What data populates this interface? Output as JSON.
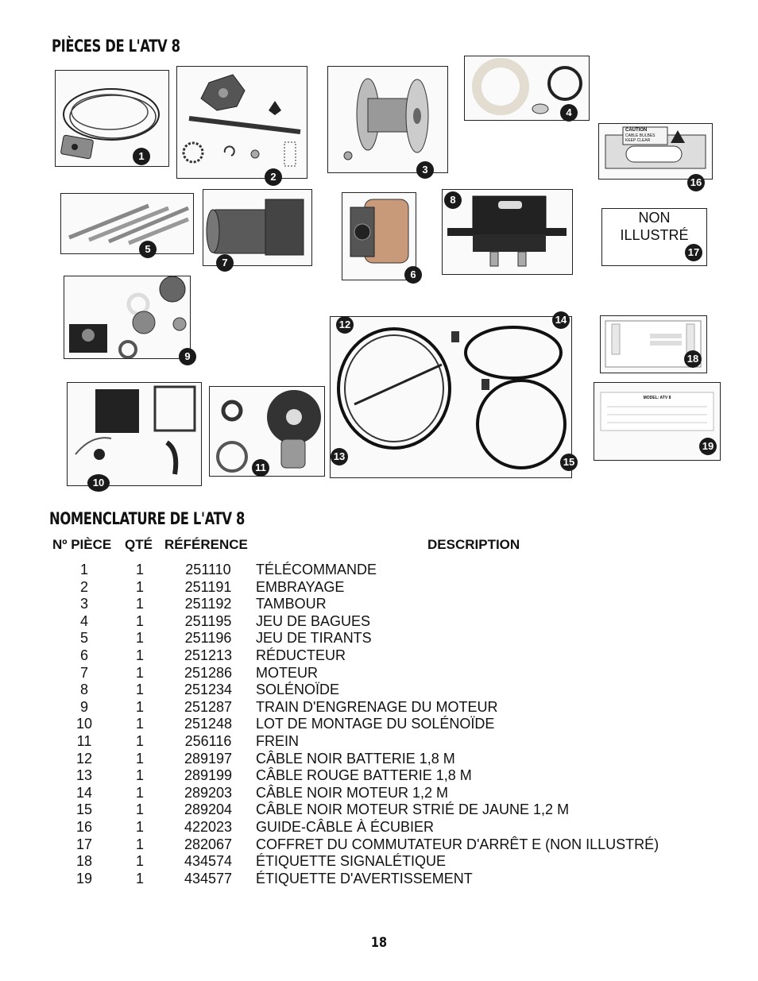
{
  "parts_heading": "PIÈCES DE L'ATV 8",
  "bom_heading": "NOMENCLATURE DE L'ATV 8",
  "not_illustrated": {
    "line1": "NON",
    "line2": "ILLUSTRÉ",
    "number": "17"
  },
  "callouts": {
    "c1": "1",
    "c2": "2",
    "c3": "3",
    "c4": "4",
    "c5": "5",
    "c6": "6",
    "c7": "7",
    "c8": "8",
    "c9": "9",
    "c10": "10",
    "c11": "11",
    "c12": "12",
    "c13": "13",
    "c14": "14",
    "c15": "15",
    "c16": "16",
    "c18": "18",
    "c19": "19"
  },
  "label_16": {
    "caution": "CAUTION",
    "line1": "CABLE BULBES",
    "line2": "KEEP CLEAR"
  },
  "label_19": {
    "model": "MODEL: ATV 8"
  },
  "table": {
    "headers": {
      "part_no": "Nº PIÈCE",
      "qty": "QTÉ",
      "ref": "RÉFÉRENCE",
      "desc": "DESCRIPTION"
    },
    "rows": [
      {
        "no": "1",
        "qty": "1",
        "ref": "251110",
        "desc": "TÉLÉCOMMANDE"
      },
      {
        "no": "2",
        "qty": "1",
        "ref": "251191",
        "desc": "EMBRAYAGE"
      },
      {
        "no": "3",
        "qty": "1",
        "ref": "251192",
        "desc": "TAMBOUR"
      },
      {
        "no": "4",
        "qty": "1",
        "ref": "251195",
        "desc": "JEU DE BAGUES"
      },
      {
        "no": "5",
        "qty": "1",
        "ref": "251196",
        "desc": "JEU DE TIRANTS"
      },
      {
        "no": "6",
        "qty": "1",
        "ref": "251213",
        "desc": "RÉDUCTEUR"
      },
      {
        "no": "7",
        "qty": "1",
        "ref": "251286",
        "desc": "MOTEUR"
      },
      {
        "no": "8",
        "qty": "1",
        "ref": "251234",
        "desc": "SOLÉNOÏDE"
      },
      {
        "no": "9",
        "qty": "1",
        "ref": "251287",
        "desc": "TRAIN D'ENGRENAGE DU MOTEUR"
      },
      {
        "no": "10",
        "qty": "1",
        "ref": "251248",
        "desc": "LOT DE MONTAGE DU SOLÉNOÏDE"
      },
      {
        "no": "11",
        "qty": "1",
        "ref": "256116",
        "desc": "FREIN"
      },
      {
        "no": "12",
        "qty": "1",
        "ref": "289197",
        "desc": "CÂBLE NOIR BATTERIE 1,8 M"
      },
      {
        "no": "13",
        "qty": "1",
        "ref": "289199",
        "desc": "CÂBLE ROUGE BATTERIE 1,8 M"
      },
      {
        "no": "14",
        "qty": "1",
        "ref": "289203",
        "desc": "CÂBLE NOIR MOTEUR 1,2 M"
      },
      {
        "no": "15",
        "qty": "1",
        "ref": "289204",
        "desc": "CÂBLE NOIR MOTEUR STRIÉ DE JAUNE 1,2 M"
      },
      {
        "no": "16",
        "qty": "1",
        "ref": "422023",
        "desc": "GUIDE-CÂBLE À ÉCUBIER"
      },
      {
        "no": "17",
        "qty": "1",
        "ref": "282067",
        "desc": "COFFRET DU COMMUTATEUR D'ARRÊT E (NON ILLUSTRÉ)"
      },
      {
        "no": "18",
        "qty": "1",
        "ref": "434574",
        "desc": "ÉTIQUETTE SIGNALÉTIQUE"
      },
      {
        "no": "19",
        "qty": "1",
        "ref": "434577",
        "desc": "ÉTIQUETTE D'AVERTISSEMENT"
      }
    ]
  },
  "page_number": "18"
}
